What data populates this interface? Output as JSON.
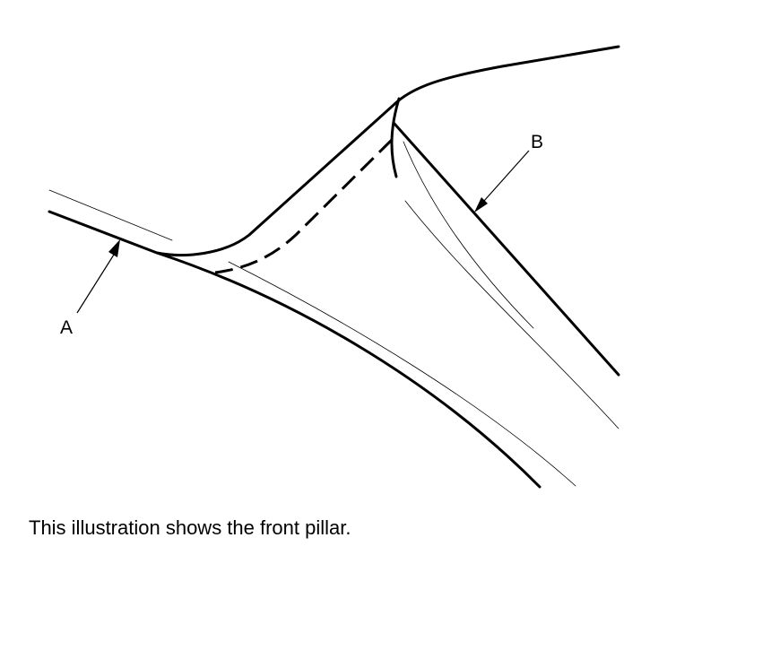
{
  "diagram": {
    "callouts": [
      {
        "id": "A",
        "label": "A"
      },
      {
        "id": "B",
        "label": "B"
      }
    ]
  },
  "caption": "This illustration shows the front pillar."
}
